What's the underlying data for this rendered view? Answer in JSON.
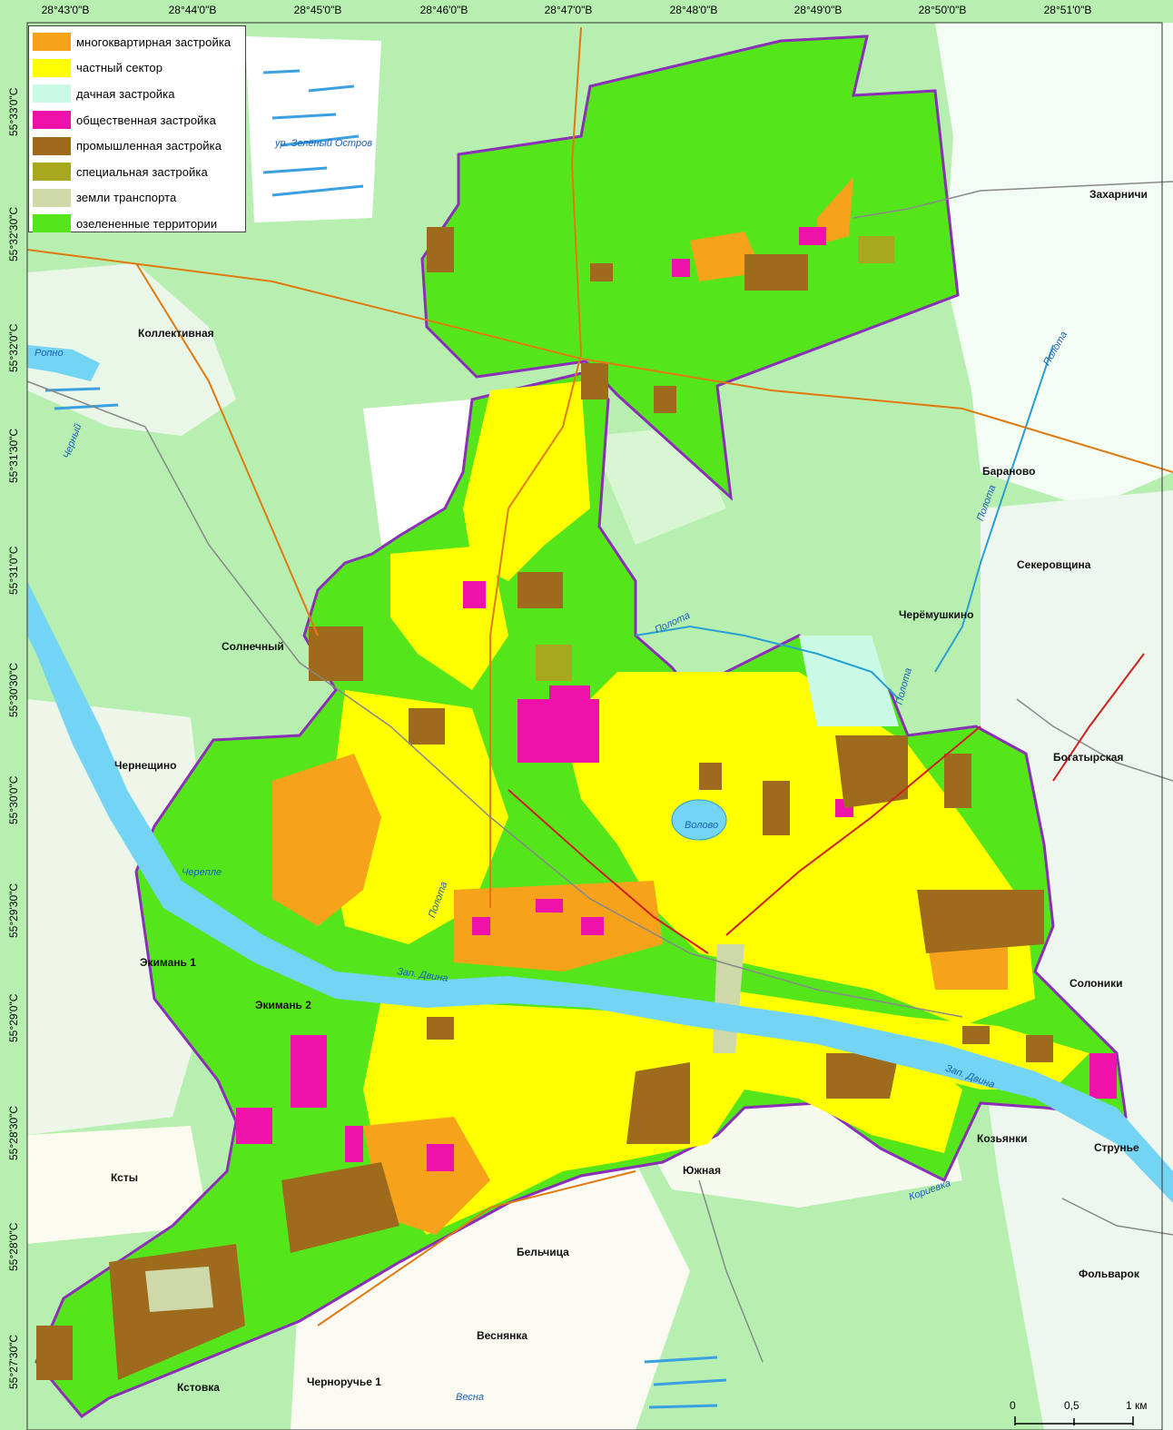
{
  "map": {
    "top_coordinates": [
      "28°43'0\"В",
      "28°44'0\"В",
      "28°45'0\"В",
      "28°46'0\"В",
      "28°47'0\"В",
      "28°48'0\"В",
      "28°49'0\"В",
      "28°50'0\"В",
      "28°51'0\"В"
    ],
    "left_coordinates": [
      "55°33'0\"С",
      "55°32'30\"С",
      "55°32'0\"С",
      "55°31'30\"С",
      "55°31'0\"С",
      "55°30'30\"С",
      "55°30'0\"С",
      "55°29'30\"С",
      "55°29'0\"С",
      "55°28'30\"С",
      "55°28'0\"С",
      "55°27'30\"С"
    ]
  },
  "legend": {
    "items": [
      {
        "label": "многоквартирная застройка",
        "color": "#F7A21B"
      },
      {
        "label": "частный сектор",
        "color": "#FFFF00"
      },
      {
        "label": "дачная застройка",
        "color": "#C8FAE6"
      },
      {
        "label": "общественная застройка",
        "color": "#EE12AA"
      },
      {
        "label": "промышленная застройка",
        "color": "#9E6A1C"
      },
      {
        "label": "специальная застройка",
        "color": "#A8A81E"
      },
      {
        "label": "земли транспорта",
        "color": "#CFD8A8"
      },
      {
        "label": "озелененные территории",
        "color": "#55E51B"
      }
    ]
  },
  "places": [
    "Коллективная",
    "Солнечный",
    "Чернещино",
    "Экимань 1",
    "Экимань 2",
    "Ксты",
    "Кстовка",
    "Черноручье 1",
    "Веснянка",
    "Бельчица",
    "Южная",
    "Козьянки",
    "Струнье",
    "Фольварок",
    "Солоники",
    "Богатырская",
    "Черёмушкино",
    "Секеровщина",
    "Бараново",
    "Захарничи"
  ],
  "rivers": [
    "Ропно",
    "Черный",
    "Черепле",
    "Полота",
    "Зап. Двина",
    "Зап. Двина",
    "Волово",
    "Полота",
    "Полота",
    "Полота",
    "ур. Зелёный Остров",
    "Весна",
    "Кориевка",
    "Полота"
  ],
  "scale": {
    "labels": [
      "0",
      "0,5",
      "1 км"
    ]
  }
}
